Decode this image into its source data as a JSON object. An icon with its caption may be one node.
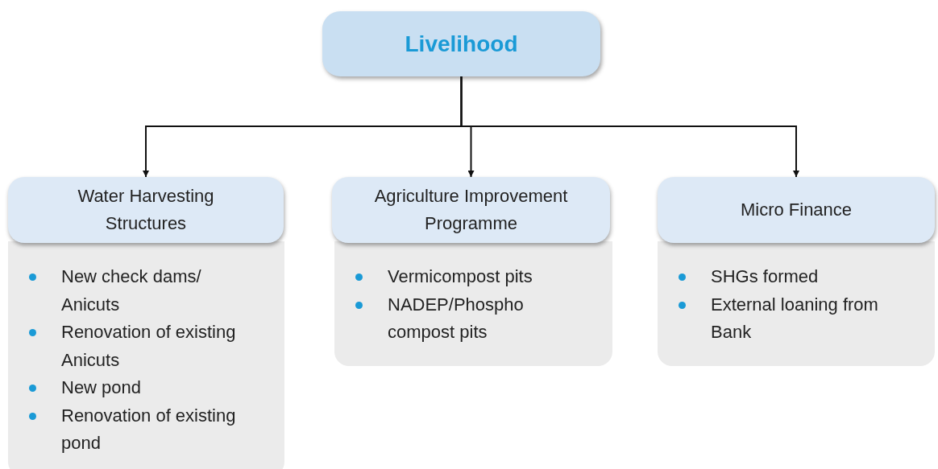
{
  "diagram": {
    "nodes": [
      {
        "text": [
          "Livelihood"
        ]
      },
      {
        "text": [
          "Water Harvesting Structures"
        ]
      },
      {
        "text": [
          "New check dams/ Anicuts",
          "Renovation of existing Anicuts",
          "New pond",
          "Renovation of existing pond"
        ]
      },
      {
        "text": [
          "Agriculture Improvement Programme"
        ]
      },
      {
        "text": [
          "Vermicompost pits",
          "NADEP/Phospho compost pits"
        ]
      },
      {
        "text": [
          "Micro Finance"
        ]
      },
      {
        "text": [
          "SHGs formed",
          "External loaning from Bank"
        ]
      }
    ],
    "edges": [
      {
        "from": 0,
        "to": 1,
        "arrow": "to"
      },
      {
        "from": 0,
        "to": 3,
        "arrow": "to"
      },
      {
        "from": 0,
        "to": 5,
        "arrow": "to"
      }
    ]
  }
}
